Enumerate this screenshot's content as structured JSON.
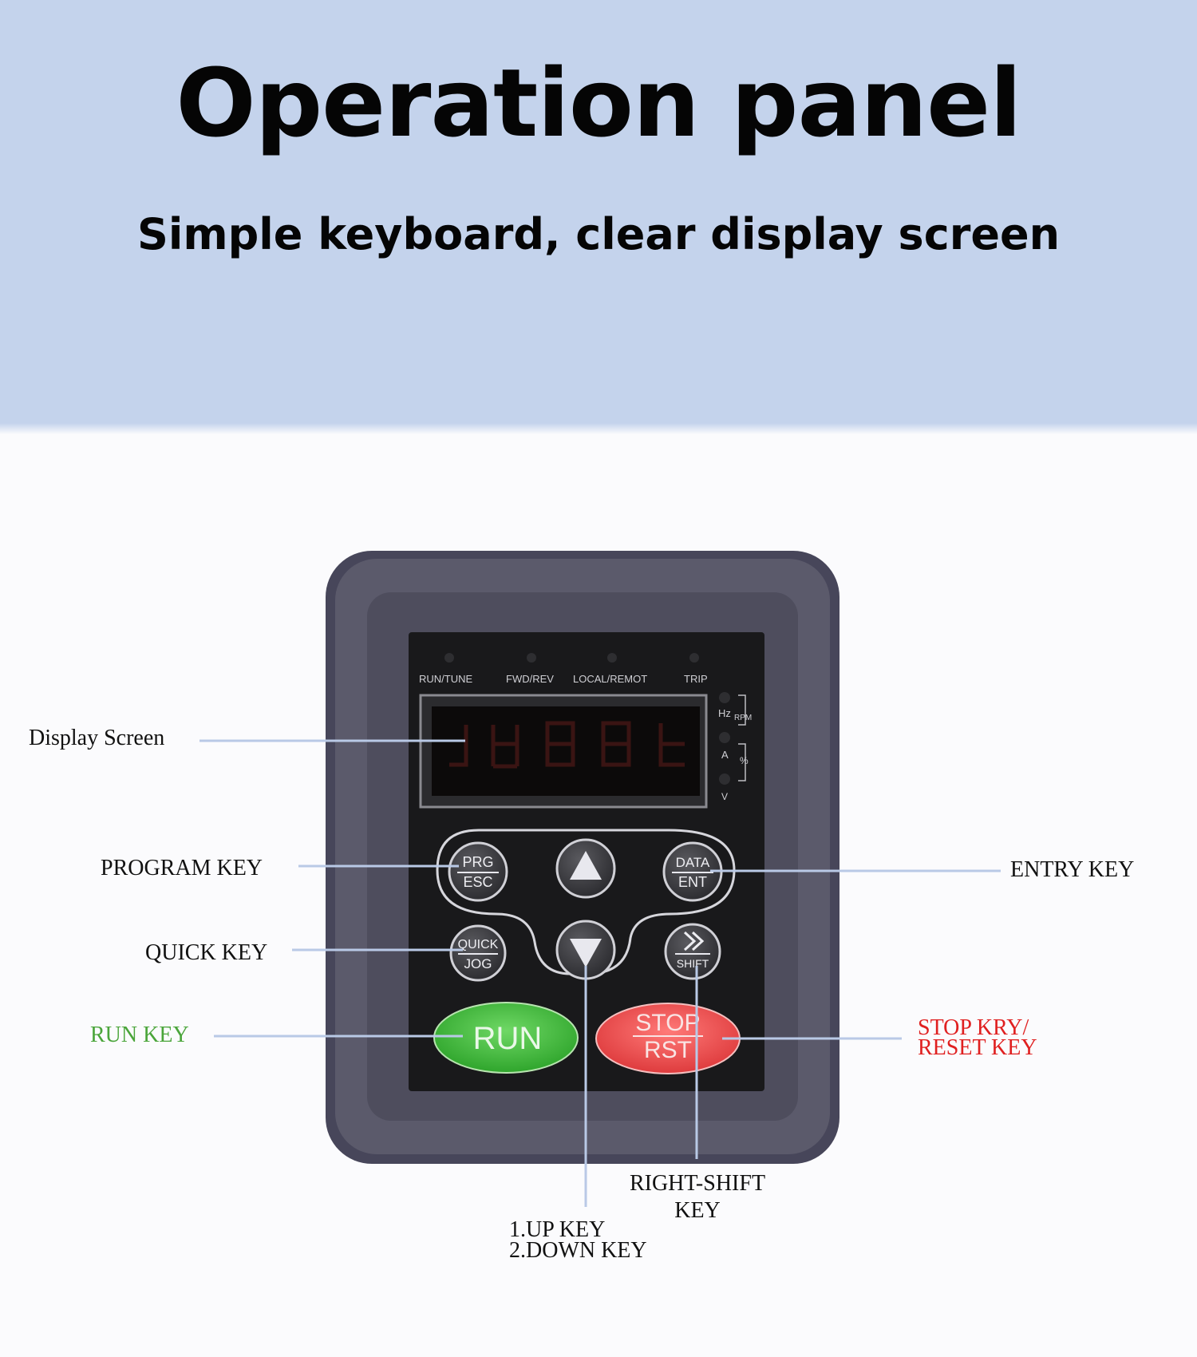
{
  "header": {
    "title": "Operation panel",
    "subtitle": "Simple keyboard, clear display screen"
  },
  "panel": {
    "indicators": [
      "RUN/TUNE",
      "FWD/REV",
      "LOCAL/REMOT",
      "TRIP"
    ],
    "units": {
      "hz": "Hz",
      "rpm": "RPM",
      "a": "A",
      "percent": "%",
      "v": "V"
    },
    "keys": {
      "prg_top": "PRG",
      "prg_bottom": "ESC",
      "data_top": "DATA",
      "data_bottom": "ENT",
      "quick_top": "QUICK",
      "quick_bottom": "JOG",
      "shift": "SHIFT",
      "run": "RUN",
      "stop_top": "STOP",
      "stop_bottom": "RST"
    },
    "colors": {
      "run_key": "#3fb83c",
      "stop_key": "#ec4a4c",
      "body": "#4e4d5c",
      "leader_line": "#b9c9e6"
    }
  },
  "callouts": {
    "display_screen": "Display Screen",
    "program_key": "PROGRAM KEY",
    "entry_key": "ENTRY KEY",
    "quick_key": "QUICK KEY",
    "run_key": "RUN KEY",
    "stop_key_line1": "STOP KRY/",
    "stop_key_line2": "RESET KEY",
    "right_shift_line1": "RIGHT-SHIFT",
    "right_shift_line2": "KEY",
    "updown_line1": "1.UP KEY",
    "updown_line2": "2.DOWN KEY"
  }
}
